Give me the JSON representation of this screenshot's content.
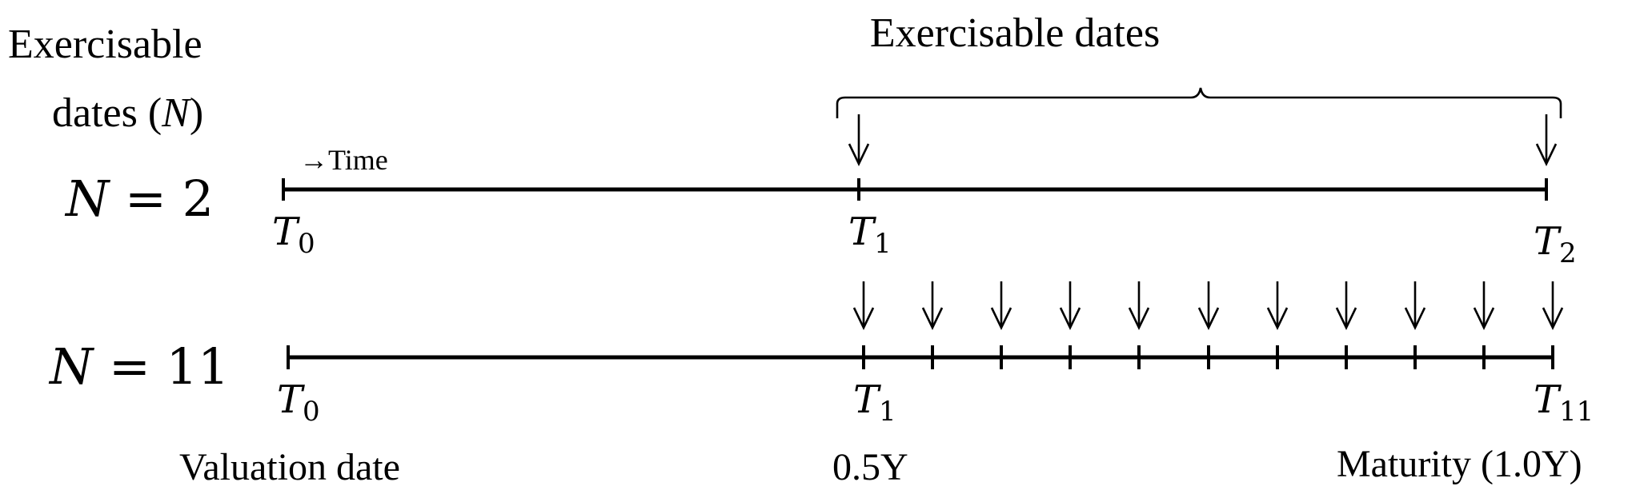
{
  "header": {
    "left_label_line1": "Exercisable",
    "left_label_line2_prefix": "dates (",
    "left_label_line2_var": "N",
    "left_label_line2_suffix": ")",
    "brace_label": "Exercisable dates"
  },
  "time_arrow_label": "→Time",
  "rows": [
    {
      "label_var": "N",
      "label_rest": " = 2",
      "ticks": [
        {
          "main": "T",
          "sub": "0"
        },
        {
          "main": "T",
          "sub": "1"
        },
        {
          "main": "T",
          "sub": "2"
        }
      ],
      "exercise_arrow_count": 2
    },
    {
      "label_var": "N",
      "label_rest": " = 11",
      "ticks": [
        {
          "main": "T",
          "sub": "0"
        },
        {
          "main": "T",
          "sub": "1"
        },
        {
          "main": "T",
          "sub": "11"
        }
      ],
      "intermediate_tick_count": 9,
      "exercise_arrow_count": 11
    }
  ],
  "bottom_labels": {
    "valuation": "Valuation date",
    "mid": "0.5Y",
    "maturity": "Maturity (1.0Y)"
  }
}
